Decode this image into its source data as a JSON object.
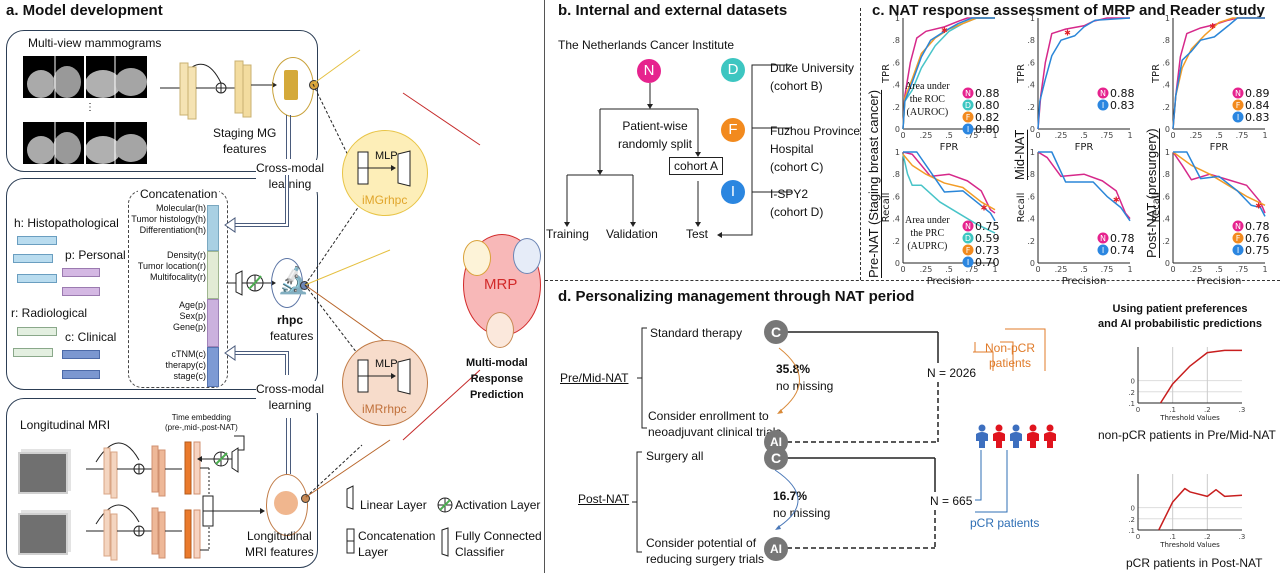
{
  "panel_a": {
    "title": "a. Model development",
    "mammograms_label": "Multi-view mammograms",
    "staging_mg_features": [
      "Staging MG",
      "features"
    ],
    "cross_modal_1": [
      "Cross-modal",
      "learning"
    ],
    "cross_modal_2": [
      "Cross-modal",
      "learning"
    ],
    "concatenation": "Concatenation",
    "groups": {
      "h": "h: Histopathological",
      "p": "p: Personal",
      "r": "r: Radiological",
      "c": "c: Clinical"
    },
    "concat_items": {
      "h": [
        "Molecular(h)",
        "Tumor histology(h)",
        "Differentiation(h)"
      ],
      "r": [
        "Density(r)",
        "Tumor location(r)",
        "Multifocality(r)"
      ],
      "p": [
        "Age(p)",
        "Sex(p)",
        "Gene(p)"
      ],
      "c": [
        "cTNM(c)",
        "therapy(c)",
        "stage(c)"
      ]
    },
    "rhpc_label": "rhpc",
    "rhpc_features": "features",
    "longitudinal_mri": "Longitudinal MRI",
    "time_embedding": [
      "Time embedding",
      "(pre-,mid-,post-NAT)"
    ],
    "longitudinal_features": [
      "Longitudinal",
      "MRI features"
    ],
    "img_mlp": "MLP",
    "img_name": "iMGrhpc",
    "imr_mlp": "MLP",
    "imr_name": "iMRrhpc",
    "mrp": "MRP",
    "mrp_full": [
      "Multi-modal",
      "Response",
      "Prediction"
    ],
    "legend": {
      "linear": "Linear Layer",
      "activation": "Activation Layer",
      "concat": [
        "Concatenation",
        "Layer"
      ],
      "fc": [
        "Fully Connected",
        "Classifier"
      ]
    }
  },
  "panel_b": {
    "title": "b. Internal and external datasets",
    "institute": "The Netherlands Cancer Institute",
    "split": [
      "Patient-wise",
      "randomly split"
    ],
    "cohort_a": "cohort A",
    "training": "Training",
    "validation": "Validation",
    "test": "Test",
    "cohorts": [
      {
        "letter": "N",
        "color": "#e6238e"
      },
      {
        "letter": "D",
        "color": "#3dc6c1",
        "name": [
          "Duke University",
          "(cohort B)"
        ]
      },
      {
        "letter": "F",
        "color": "#f28a1e",
        "name": [
          "Fuzhou Province",
          "Hospital",
          "(cohort C)"
        ]
      },
      {
        "letter": "I",
        "color": "#2b86e0",
        "name": [
          "I-SPY2",
          "(cohort D)"
        ]
      }
    ]
  },
  "panel_c": {
    "title": "c. NAT response assessment of MRP and Reader study",
    "row_labels": [
      "Pre-NAT (Staging breast cancer)",
      "Mid-NAT",
      "Post-NAT (presurgery)"
    ],
    "auroc_note": [
      "Area under",
      "the ROC",
      "(AUROC)"
    ],
    "auprc_note": [
      "Area under",
      "the PRC",
      "(AUPRC)"
    ]
  },
  "chart_data": [
    {
      "type": "line",
      "title": "Pre-NAT ROC",
      "xlabel": "FPR",
      "ylabel": "TPR",
      "xlim": [
        0,
        1
      ],
      "ylim": [
        0,
        1
      ],
      "xticks": [
        "0",
        ".25",
        ".5",
        ".75",
        "1"
      ],
      "yticks": [
        "0",
        ".2",
        ".4",
        ".6",
        ".8",
        "1"
      ],
      "series": [
        {
          "name": "N",
          "auc": "0.88",
          "color": "#d6288a",
          "x": [
            0,
            0.02,
            0.08,
            0.15,
            0.25,
            0.45,
            0.6,
            0.7,
            1
          ],
          "y": [
            0,
            0.3,
            0.6,
            0.82,
            0.88,
            0.92,
            0.97,
            1,
            1
          ]
        },
        {
          "name": "D",
          "auc": "0.80",
          "color": "#48c4c8",
          "x": [
            0,
            0.02,
            0.1,
            0.2,
            0.35,
            0.5,
            0.65,
            0.8,
            1
          ],
          "y": [
            0,
            0.25,
            0.35,
            0.55,
            0.75,
            0.88,
            0.95,
            1,
            1
          ]
        },
        {
          "name": "F",
          "auc": "0.82",
          "color": "#f39c26",
          "x": [
            0,
            0.02,
            0.1,
            0.2,
            0.35,
            0.5,
            0.65,
            0.8,
            1
          ],
          "y": [
            0,
            0.28,
            0.45,
            0.68,
            0.82,
            0.9,
            0.95,
            1,
            1
          ]
        },
        {
          "name": "I",
          "auc": "0.80",
          "color": "#2a86d8",
          "x": [
            0,
            0.02,
            0.1,
            0.2,
            0.3,
            0.45,
            0.6,
            0.75,
            1
          ],
          "y": [
            0,
            0.25,
            0.42,
            0.65,
            0.8,
            0.88,
            0.95,
            1,
            1
          ]
        }
      ],
      "reader_point": [
        0.45,
        0.89
      ]
    },
    {
      "type": "line",
      "title": "Mid-NAT ROC",
      "xlabel": "FPR",
      "ylabel": "TPR",
      "xlim": [
        0,
        1
      ],
      "ylim": [
        0,
        1
      ],
      "xticks": [
        "0",
        ".25",
        ".5",
        ".75",
        "1"
      ],
      "yticks": [
        "0",
        ".2",
        ".4",
        ".6",
        ".8",
        "1"
      ],
      "series": [
        {
          "name": "N",
          "auc": "0.88",
          "color": "#d6288a",
          "x": [
            0,
            0.03,
            0.08,
            0.15,
            0.3,
            0.5,
            0.6,
            0.75,
            1
          ],
          "y": [
            0,
            0.3,
            0.6,
            0.86,
            0.9,
            0.93,
            0.97,
            1,
            1
          ]
        },
        {
          "name": "I",
          "auc": "0.83",
          "color": "#2a86d8",
          "x": [
            0,
            0.02,
            0.08,
            0.15,
            0.25,
            0.4,
            0.5,
            0.62,
            1
          ],
          "y": [
            0,
            0.25,
            0.45,
            0.66,
            0.8,
            0.84,
            0.92,
            0.98,
            1
          ]
        }
      ],
      "reader_point": [
        0.32,
        0.87
      ]
    },
    {
      "type": "line",
      "title": "Post-NAT ROC",
      "xlabel": "FPR",
      "ylabel": "TPR",
      "xlim": [
        0,
        1
      ],
      "ylim": [
        0,
        1
      ],
      "xticks": [
        "0",
        ".25",
        ".5",
        ".75",
        "1"
      ],
      "yticks": [
        "0",
        ".2",
        ".4",
        ".6",
        ".8",
        "1"
      ],
      "series": [
        {
          "name": "N",
          "auc": "0.89",
          "color": "#d6288a",
          "x": [
            0,
            0.03,
            0.08,
            0.15,
            0.3,
            0.45,
            0.6,
            0.7,
            1
          ],
          "y": [
            0,
            0.3,
            0.65,
            0.86,
            0.91,
            0.94,
            0.98,
            1,
            1
          ]
        },
        {
          "name": "F",
          "auc": "0.84",
          "color": "#f39c26",
          "x": [
            0,
            0.03,
            0.1,
            0.2,
            0.35,
            0.5,
            0.65,
            1
          ],
          "y": [
            0,
            0.3,
            0.55,
            0.72,
            0.85,
            0.96,
            1,
            1
          ]
        },
        {
          "name": "I",
          "auc": "0.83",
          "color": "#2a86d8",
          "x": [
            0,
            0.03,
            0.1,
            0.2,
            0.3,
            0.45,
            0.6,
            0.7,
            1
          ],
          "y": [
            0,
            0.3,
            0.62,
            0.7,
            0.8,
            0.83,
            0.93,
            1,
            1
          ]
        }
      ],
      "reader_point": [
        0.43,
        0.93
      ]
    },
    {
      "type": "line",
      "title": "Pre-NAT PRC",
      "xlabel": "Precision",
      "ylabel": "Recall",
      "xlim": [
        0,
        1
      ],
      "ylim": [
        0,
        1
      ],
      "xticks": [
        "0",
        ".25",
        ".5",
        ".75",
        "1"
      ],
      "yticks": [
        "0",
        ".2",
        ".4",
        ".6",
        ".8",
        "1"
      ],
      "series": [
        {
          "name": "N",
          "auc": "0.75",
          "color": "#d6288a",
          "x": [
            0,
            0.1,
            0.3,
            0.5,
            0.7,
            0.85,
            0.95,
            1
          ],
          "y": [
            1,
            0.98,
            0.78,
            0.8,
            0.74,
            0.65,
            0.48,
            0.45
          ]
        },
        {
          "name": "D",
          "auc": "0.59",
          "color": "#48c4c8",
          "x": [
            0,
            0.05,
            0.1,
            0.2,
            0.4,
            0.6,
            0.8,
            1
          ],
          "y": [
            0.98,
            0.8,
            0.7,
            0.7,
            0.55,
            0.45,
            0.35,
            0.27
          ]
        },
        {
          "name": "F",
          "auc": "0.73",
          "color": "#f39c26",
          "x": [
            0,
            0.1,
            0.25,
            0.45,
            0.65,
            0.85,
            1
          ],
          "y": [
            0.98,
            0.88,
            0.8,
            0.72,
            0.68,
            0.55,
            0.48
          ]
        },
        {
          "name": "I",
          "auc": "0.70",
          "color": "#2a86d8",
          "x": [
            0,
            0.15,
            0.3,
            0.45,
            0.65,
            0.8,
            0.95,
            1
          ],
          "y": [
            1,
            1,
            0.82,
            0.64,
            0.65,
            0.55,
            0.45,
            0.38
          ]
        }
      ],
      "reader_point": [
        0.88,
        0.5
      ]
    },
    {
      "type": "line",
      "title": "Mid-NAT PRC",
      "xlabel": "Precision",
      "ylabel": "Recall",
      "xlim": [
        0,
        1
      ],
      "ylim": [
        0,
        1
      ],
      "xticks": [
        "0",
        ".25",
        ".5",
        ".75",
        "1"
      ],
      "yticks": [
        "0",
        ".2",
        ".4",
        ".6",
        ".8",
        "1"
      ],
      "series": [
        {
          "name": "N",
          "auc": "0.78",
          "color": "#d6288a",
          "x": [
            0,
            0.1,
            0.25,
            0.5,
            0.7,
            0.85,
            0.95,
            1
          ],
          "y": [
            1,
            0.95,
            0.78,
            0.8,
            0.74,
            0.65,
            0.45,
            0.4
          ]
        },
        {
          "name": "I",
          "auc": "0.74",
          "color": "#2a86d8",
          "x": [
            0,
            0.15,
            0.3,
            0.5,
            0.6,
            0.75,
            0.9,
            1
          ],
          "y": [
            1,
            1,
            0.73,
            0.73,
            0.73,
            0.6,
            0.5,
            0.38
          ]
        }
      ],
      "reader_point": [
        0.85,
        0.57
      ]
    },
    {
      "type": "line",
      "title": "Post-NAT PRC",
      "xlabel": "Precision",
      "ylabel": "Recall",
      "xlim": [
        0,
        1
      ],
      "ylim": [
        0,
        1
      ],
      "xticks": [
        "0",
        ".25",
        ".5",
        ".75",
        "1"
      ],
      "yticks": [
        "0",
        ".2",
        ".4",
        ".6",
        ".8",
        "1"
      ],
      "series": [
        {
          "name": "N",
          "auc": "0.78",
          "color": "#d6288a",
          "x": [
            0,
            0.1,
            0.2,
            0.4,
            0.6,
            0.8,
            0.95,
            1
          ],
          "y": [
            1,
            0.88,
            0.75,
            0.8,
            0.75,
            0.7,
            0.55,
            0.45
          ]
        },
        {
          "name": "F",
          "auc": "0.76",
          "color": "#f39c26",
          "x": [
            0,
            0.2,
            0.4,
            0.6,
            0.8,
            1
          ],
          "y": [
            1,
            0.88,
            0.8,
            0.7,
            0.6,
            0.52
          ]
        },
        {
          "name": "I",
          "auc": "0.75",
          "color": "#2a86d8",
          "x": [
            0,
            0.15,
            0.3,
            0.5,
            0.7,
            0.85,
            0.95,
            1
          ],
          "y": [
            1,
            1,
            0.76,
            0.78,
            0.65,
            0.52,
            0.5,
            0.42
          ]
        }
      ],
      "reader_point": [
        0.93,
        0.52
      ]
    },
    {
      "type": "line",
      "title": "non-pCR patients in Pre/Mid-NAT",
      "xlabel": "Threshold Values",
      "ylabel": "",
      "xlim": [
        0,
        0.3
      ],
      "ylim": [
        0,
        0.5
      ],
      "xticks": [
        "0",
        ".1",
        ".2",
        ".3"
      ],
      "yticks": [
        "0",
        ".1",
        ".2"
      ],
      "series": [
        {
          "name": "net benefit",
          "color": "#c81e1e",
          "x": [
            0.065,
            0.1,
            0.15,
            0.2,
            0.25,
            0.3
          ],
          "y": [
            0,
            0.17,
            0.33,
            0.45,
            0.47,
            0.47
          ]
        }
      ]
    },
    {
      "type": "line",
      "title": "pCR patients in Post-NAT",
      "xlabel": "Threshold Values",
      "ylabel": "",
      "xlim": [
        0,
        0.3
      ],
      "ylim": [
        0,
        0.5
      ],
      "xticks": [
        "0",
        ".1",
        ".2",
        ".3"
      ],
      "yticks": [
        "0",
        ".2",
        ".1"
      ],
      "series": [
        {
          "name": "net benefit",
          "color": "#c81e1e",
          "x": [
            0.06,
            0.1,
            0.135,
            0.15,
            0.2,
            0.225,
            0.25,
            0.3
          ],
          "y": [
            0,
            0.25,
            0.37,
            0.34,
            0.3,
            0.36,
            0.3,
            0.31
          ]
        }
      ]
    }
  ],
  "panel_d": {
    "title": "d. Personalizing management through NAT period",
    "pre_mid": "Pre/Mid-NAT",
    "standard": "Standard therapy",
    "enroll": [
      "Consider enrollment to",
      "neoadjuvant clinical trials"
    ],
    "pct1": "35.8%",
    "no_missing": "no missing",
    "n1": "N = 2026",
    "post": "Post-NAT",
    "surgery": "Surgery all",
    "reduce": [
      "Consider potential of",
      "reducing  surgery trials"
    ],
    "pct2": "16.7%",
    "n2": "N = 665",
    "c_label": "C",
    "ai_label": "AI",
    "non_pcr": [
      "Non-pCR",
      "patients"
    ],
    "pcr": "pCR patients",
    "prefs_title": [
      "Using patient preferences",
      "and AI probabilistic predictions"
    ],
    "colors": {
      "non_pcr": "#e07b2a",
      "pcr": "#2f6fb5",
      "patient_red": "#e0141e",
      "patient_blue": "#3d6fbf"
    }
  }
}
